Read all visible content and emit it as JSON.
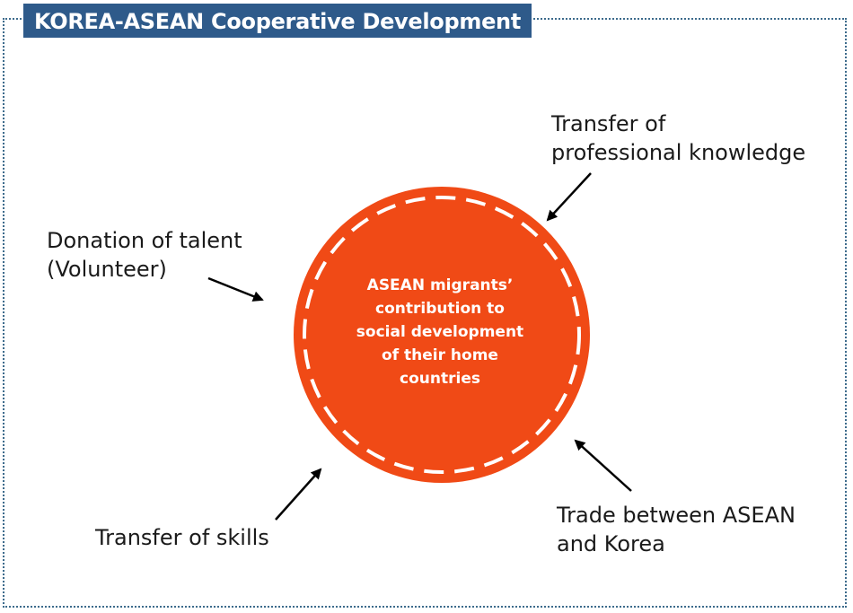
{
  "title": "KOREA-ASEAN Cooperative Development",
  "center": {
    "lines": [
      "ASEAN migrants’",
      "contribution to",
      "social development",
      "of their home",
      "countries"
    ]
  },
  "labels": {
    "professional": [
      "Transfer of",
      "professional knowledge"
    ],
    "talent": [
      "Donation of talent",
      "(Volunteer)"
    ],
    "trade": [
      "Trade between ASEAN",
      "and Korea"
    ],
    "skills": [
      "Transfer of skills"
    ]
  },
  "colors": {
    "title_bg": "#2e5a8a",
    "circle_fill": "#f04a16",
    "frame_border": "#3d6b8c"
  }
}
